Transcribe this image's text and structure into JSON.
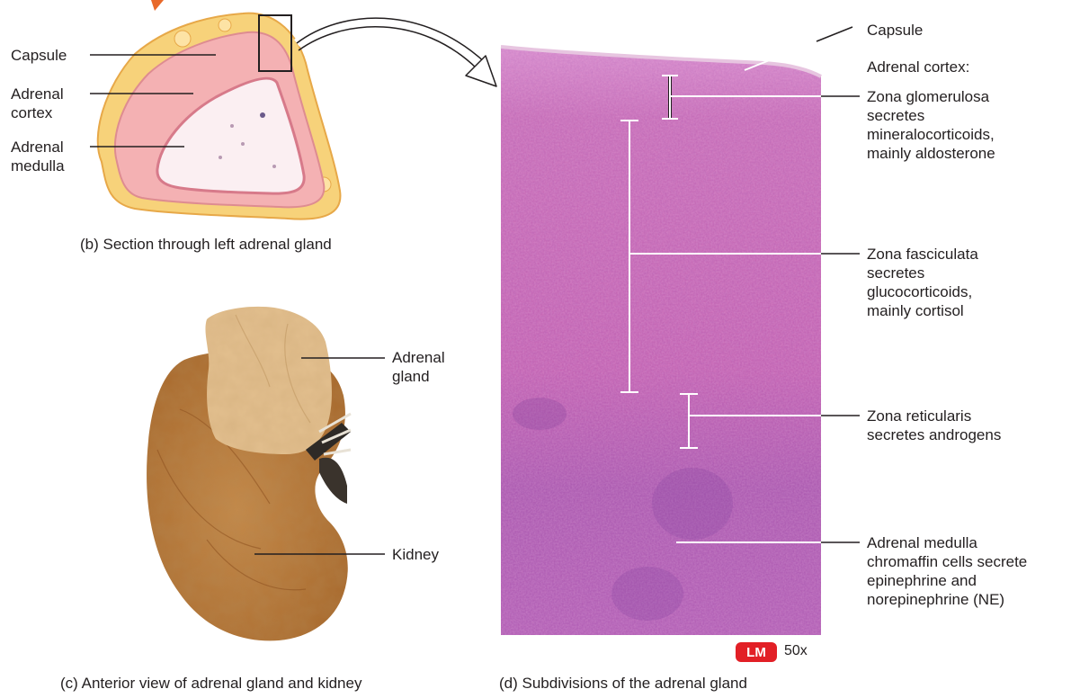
{
  "panel_b": {
    "labels": {
      "capsule": "Capsule",
      "cortex": "Adrenal\ncortex",
      "medulla": "Adrenal\nmedulla"
    },
    "caption": "(b) Section through left adrenal gland"
  },
  "panel_c": {
    "labels": {
      "gland": "Adrenal\ngland",
      "kidney": "Kidney"
    },
    "caption": "(c) Anterior view of adrenal gland and kidney"
  },
  "panel_d": {
    "labels": {
      "capsule": "Capsule",
      "cortex_heading": "Adrenal cortex:",
      "glomerulosa": "Zona glomerulosa\nsecretes\nmineralocorticoids,\nmainly aldosterone",
      "fasciculata": "Zona fasciculata\nsecretes\nglucocorticoids,\nmainly cortisol",
      "reticularis": "Zona reticularis\nsecretes androgens",
      "medulla": "Adrenal medulla\nchromaffin cells secrete\nepinephrine and\nnorepinephrine (NE)"
    },
    "badge": "LM",
    "magnification": "50x",
    "caption": "(d) Subdivisions of the adrenal gland"
  },
  "colors": {
    "badge_red": "#e21f26",
    "arrow_orange": "#e8692a",
    "tissue_pink": "#c05aa8",
    "tissue_purple": "#7b3a99",
    "cortex_pink": "#f4b1b3",
    "capsule_yellow": "#f7d27a",
    "kidney_brown": "#b5783a"
  }
}
